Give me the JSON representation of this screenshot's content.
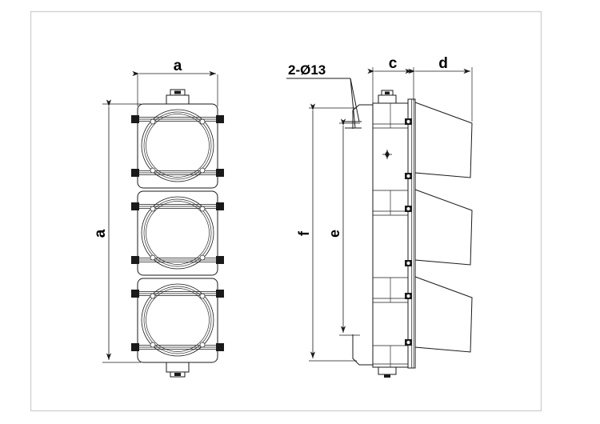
{
  "drawing": {
    "type": "engineering-drawing",
    "subject": "three-aspect traffic signal light",
    "views": [
      {
        "id": "front",
        "name": "front-elevation",
        "modules": 3
      },
      {
        "id": "side",
        "name": "side-elevation",
        "modules": 3
      }
    ],
    "background_color": "#ffffff",
    "line_color": "#1a1a1a",
    "frame_color": "#d2d2d2"
  },
  "annotations": {
    "hole_note": "2-Ø13"
  },
  "dimensions": {
    "front_width": "a",
    "front_height": "a",
    "side_body_depth": "c",
    "side_visor_depth": "d",
    "side_overall_height": "f",
    "side_mount_height": "e"
  },
  "labels": {
    "a_top": "a",
    "a_left": "a",
    "c": "c",
    "d": "d",
    "f": "f",
    "e": "e",
    "hole": "2-Ø13"
  }
}
